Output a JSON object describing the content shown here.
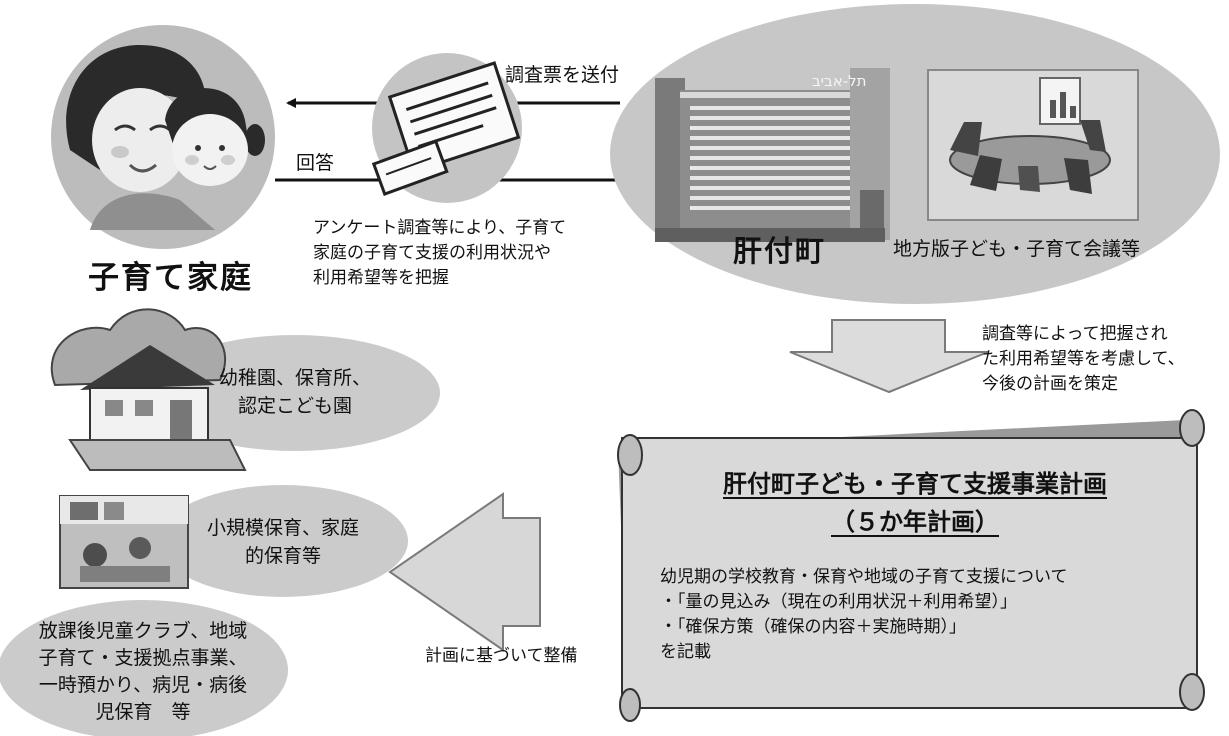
{
  "family": {
    "label": "子育て家庭"
  },
  "flow_top": {
    "send_label": "調査票を送付",
    "reply_label": "回答",
    "note": [
      "アンケート調査等により、子育て",
      "家庭の子育て支援の利用状況や",
      "利用希望等を把握"
    ]
  },
  "town": {
    "name": "肝付町",
    "council": "地方版子ども・子育て会議等",
    "building_sign": "תל-אביב"
  },
  "plan_note": [
    "調査等によって把握され",
    "た利用希望等を考慮して、",
    "今後の計画を策定"
  ],
  "plan": {
    "title_line1": "肝付町子ども・子育て支援事業計画",
    "title_line2": "（５か年計画）",
    "body": [
      "幼児期の学校教育・保育や地域の子育て支援について",
      "・「量の見込み（現在の利用状況＋利用希望）」",
      "・「確保方策（確保の内容＋実施時期）」",
      "を記載"
    ]
  },
  "based_on": "計画に基づいて整備",
  "services": [
    {
      "lines": [
        "幼稚園、保育所、",
        "認定こども園"
      ]
    },
    {
      "lines": [
        "小規模保育、家庭",
        "的保育等"
      ]
    },
    {
      "lines": [
        "放課後児童クラブ、地域",
        "子育て・支援拠点事業、",
        "一時預かり、病児・病後",
        "児保育　等"
      ]
    }
  ]
}
